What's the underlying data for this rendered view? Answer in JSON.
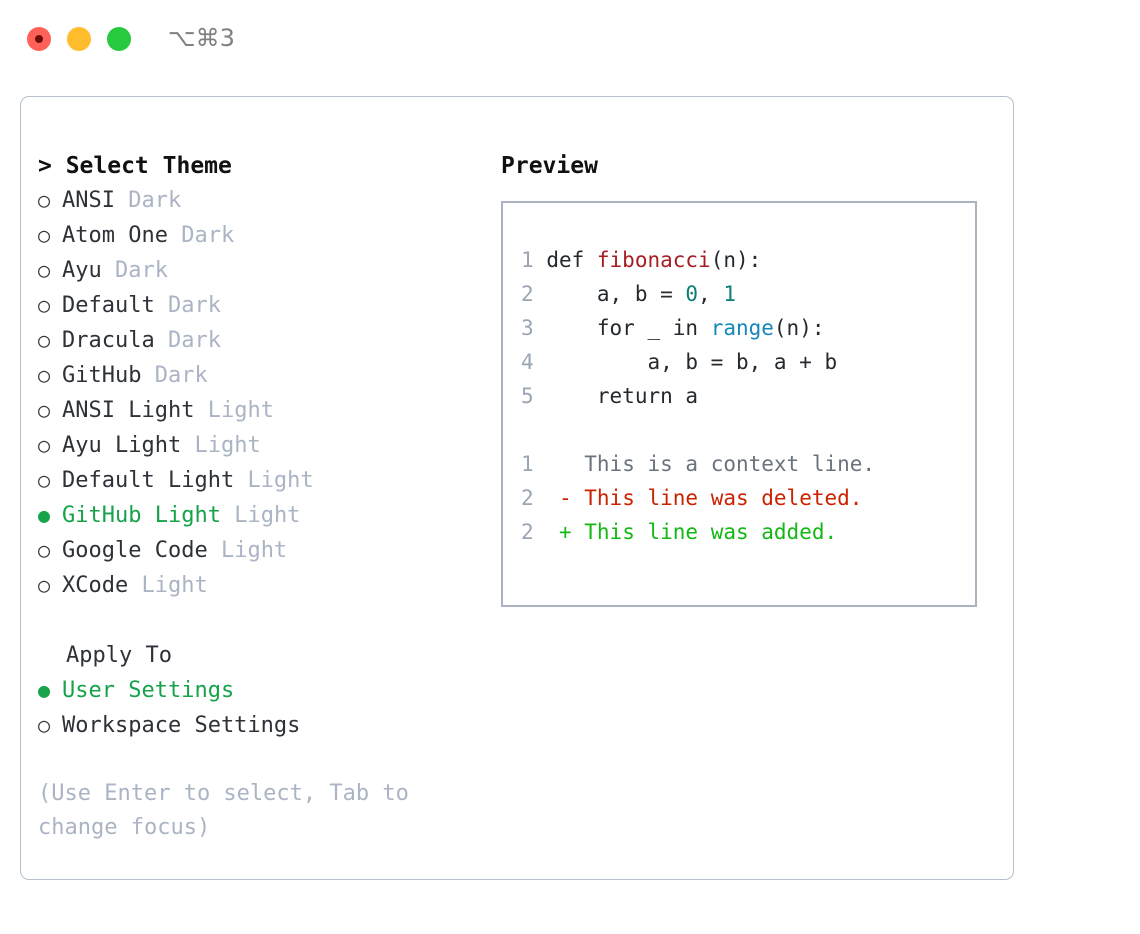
{
  "window": {
    "shortcut": "⌥⌘3",
    "traffic_lights": [
      {
        "name": "close",
        "color": "#ff6159"
      },
      {
        "name": "minimize",
        "color": "#ffbd2e"
      },
      {
        "name": "maximize",
        "color": "#27c93f"
      }
    ]
  },
  "colors": {
    "accent_green": "#16a34a",
    "muted": "#aab4c4",
    "text": "#2e3238",
    "border": "#b6bfcc",
    "preview_border": "#a8b2c1",
    "diff_add": "#14b814",
    "diff_del": "#cc2200",
    "diff_ctx": "#6a737d"
  },
  "theme_panel": {
    "heading": "> Select Theme",
    "marker_selected": "●",
    "marker_unselected": "○",
    "items": [
      {
        "name": "ANSI",
        "variant": "Dark",
        "selected": false
      },
      {
        "name": "Atom One",
        "variant": "Dark",
        "selected": false
      },
      {
        "name": "Ayu",
        "variant": "Dark",
        "selected": false
      },
      {
        "name": "Default",
        "variant": "Dark",
        "selected": false
      },
      {
        "name": "Dracula",
        "variant": "Dark",
        "selected": false
      },
      {
        "name": "GitHub",
        "variant": "Dark",
        "selected": false
      },
      {
        "name": "ANSI Light",
        "variant": "Light",
        "selected": false
      },
      {
        "name": "Ayu Light",
        "variant": "Light",
        "selected": false
      },
      {
        "name": "Default Light",
        "variant": "Light",
        "selected": false
      },
      {
        "name": "GitHub Light",
        "variant": "Light",
        "selected": true
      },
      {
        "name": "Google Code",
        "variant": "Light",
        "selected": false
      },
      {
        "name": "XCode",
        "variant": "Light",
        "selected": false
      }
    ]
  },
  "apply_to": {
    "label": "Apply To",
    "options": [
      {
        "label": "User Settings",
        "selected": true
      },
      {
        "label": "Workspace Settings",
        "selected": false
      }
    ]
  },
  "hint": "(Use Enter to select, Tab to change focus)",
  "preview": {
    "heading": "Preview",
    "code_lines": [
      {
        "lineno": "1",
        "tokens": [
          {
            "text": "def ",
            "type": "plain"
          },
          {
            "text": "fibonacci",
            "type": "fn"
          },
          {
            "text": "(n):",
            "type": "plain"
          }
        ]
      },
      {
        "lineno": "2",
        "tokens": [
          {
            "text": "    a, b = ",
            "type": "plain"
          },
          {
            "text": "0",
            "type": "num"
          },
          {
            "text": ", ",
            "type": "plain"
          },
          {
            "text": "1",
            "type": "num"
          }
        ]
      },
      {
        "lineno": "3",
        "tokens": [
          {
            "text": "    for _ in ",
            "type": "plain"
          },
          {
            "text": "range",
            "type": "call"
          },
          {
            "text": "(n):",
            "type": "plain"
          }
        ]
      },
      {
        "lineno": "4",
        "tokens": [
          {
            "text": "        a, b = b, a + b",
            "type": "plain"
          }
        ]
      },
      {
        "lineno": "5",
        "tokens": [
          {
            "text": "    return a",
            "type": "plain"
          }
        ]
      }
    ],
    "diff_lines": [
      {
        "lineno": "1",
        "sign": " ",
        "text": "This is a context line.",
        "kind": "ctx"
      },
      {
        "lineno": "2",
        "sign": "-",
        "text": "This line was deleted.",
        "kind": "del"
      },
      {
        "lineno": "2",
        "sign": "+",
        "text": "This line was added.",
        "kind": "add"
      }
    ]
  }
}
